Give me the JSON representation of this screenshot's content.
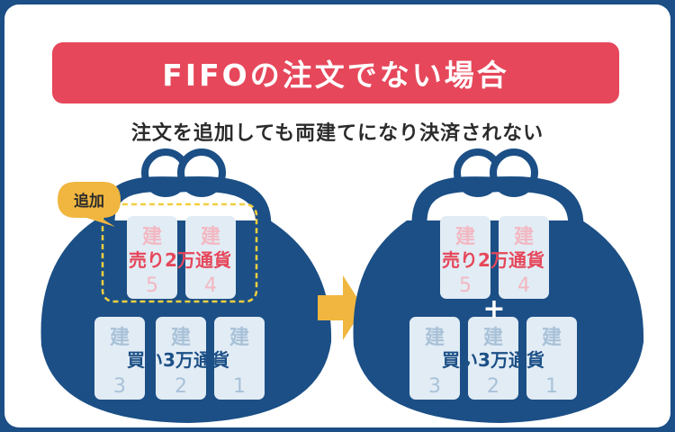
{
  "title": "FIFOの注文でない場合",
  "subtitle": "注文を追加しても両建てになり決済されない",
  "colors": {
    "background": "#1b4f86",
    "purse": "#1b4f86",
    "clasp_fill": "#ffffff",
    "banner": "#e6475a",
    "sell_text": "#e6475a",
    "card": "#e2ecf5",
    "card_sell_text": "#f2b8c2",
    "card_buy_text": "#a9c2d8",
    "tag": "#f0b63f",
    "arrow": "#f0b63f",
    "dashed": "#f0cf3f"
  },
  "before": {
    "tag": "追加",
    "sell_label": "売り2万通貨",
    "buy_label": "買い3万通貨",
    "sell_cards": [
      {
        "char": "建",
        "number": "5"
      },
      {
        "char": "建",
        "number": "4"
      }
    ],
    "buy_cards": [
      {
        "char": "建",
        "number": "3"
      },
      {
        "char": "建",
        "number": "2"
      },
      {
        "char": "建",
        "number": "1"
      }
    ]
  },
  "after": {
    "sell_label": "売り2万通貨",
    "plus": "+",
    "buy_label": "買い3万通貨",
    "sell_cards": [
      {
        "char": "建",
        "number": "5"
      },
      {
        "char": "建",
        "number": "4"
      }
    ],
    "buy_cards": [
      {
        "char": "建",
        "number": "3"
      },
      {
        "char": "建",
        "number": "2"
      },
      {
        "char": "建",
        "number": "1"
      }
    ]
  },
  "icons": {
    "arrow": "right-arrow-icon",
    "purse": "coin-purse-icon"
  }
}
